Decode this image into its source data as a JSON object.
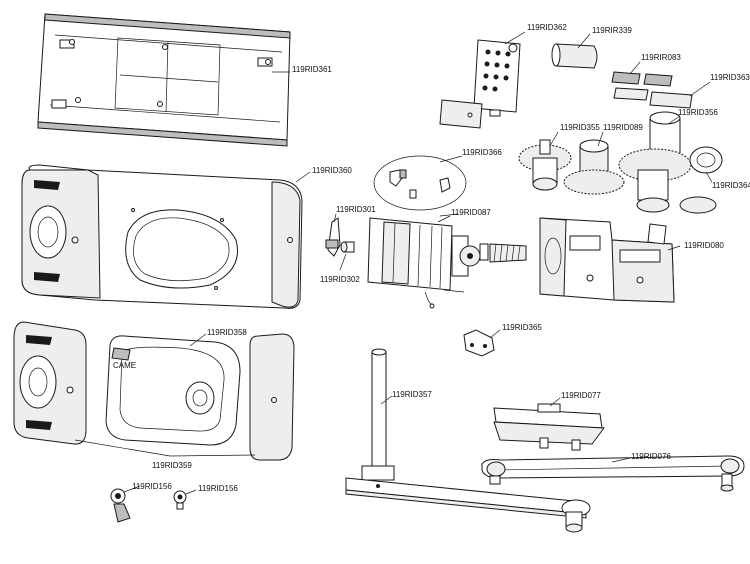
{
  "labels": {
    "p361": "119RID361",
    "p362": "119RID362",
    "p339": "119RIR339",
    "p083": "119RIR083",
    "p363": "119RID363",
    "p356": "119RID356",
    "p355": "119RID355",
    "p089": "119RID089",
    "p364": "119RID364",
    "p366": "119RID366",
    "p360": "119RID360",
    "p301": "119RID301",
    "p087": "119RID087",
    "p302": "119RID302",
    "p080": "119RID080",
    "p365": "119RID365",
    "p358": "119RID358",
    "p357": "119RID357",
    "p077": "119RID077",
    "p076": "119RID076",
    "p359": "119RID359",
    "p156a": "119RID156",
    "p156b": "119RID156"
  },
  "logo_text": "CAME"
}
